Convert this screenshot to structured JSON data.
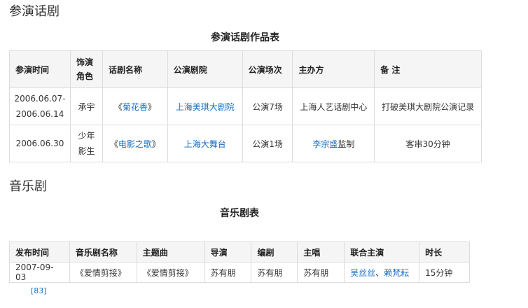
{
  "section1": {
    "title": "参演话剧",
    "caption": "参演话剧作品表",
    "headers": [
      "参演时间",
      "饰演角色",
      "话剧名称",
      "公演剧院",
      "公演场次",
      "主办方",
      "备 注"
    ],
    "rows": [
      {
        "time_line1": "2006.06.07-",
        "time_line2": "2006.06.14",
        "role": "承宇",
        "play_prefix": "《",
        "play": "菊花香",
        "play_suffix": "》",
        "theater": "上海美琪大剧院",
        "shows": "公演7场",
        "organizer": "上海人艺话剧中心",
        "organizer_link": "",
        "organizer_suffix": "",
        "note": "打破美琪大剧院公演记录"
      },
      {
        "time_line1": "2006.06.30",
        "time_line2": "",
        "role": "少年影生",
        "play_prefix": "《",
        "play": "电影之歌",
        "play_suffix": "》",
        "theater": "上海大舞台",
        "shows": "公演1场",
        "organizer": "",
        "organizer_link": "李宗盛",
        "organizer_suffix": "监制",
        "note": "客串30分钟"
      }
    ]
  },
  "section2": {
    "title": "音乐剧",
    "caption": "音乐剧表",
    "headers": [
      "发布时间",
      "音乐剧名称",
      "主题曲",
      "导演",
      "编剧",
      "主唱",
      "联合主演",
      "时长"
    ],
    "row": {
      "date": "2007-09-03",
      "name": "《爱情剪接》",
      "theme": "《爱情剪接》",
      "director": "苏有朋",
      "writer": "苏有朋",
      "singer": "苏有朋",
      "costar1": "吴丝丝",
      "separator": "、",
      "costar2": "赖梵耘",
      "duration": "15分钟"
    }
  },
  "citation": "[83]"
}
